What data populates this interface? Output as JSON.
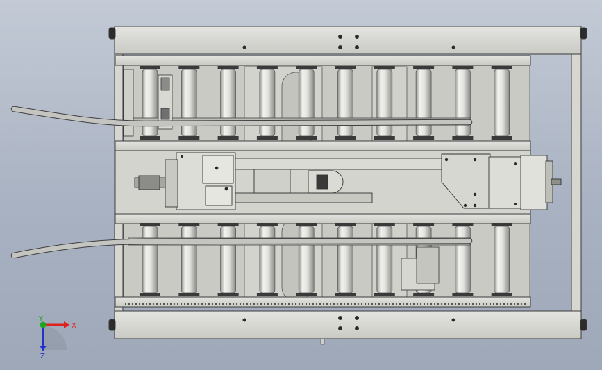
{
  "triad": {
    "x_label": "X",
    "y_label": "Y",
    "z_label": "Z",
    "x_color": "#e0201a",
    "y_color": "#1fa51f",
    "z_color": "#2233cc"
  },
  "colors": {
    "frame": "#d8d9d4",
    "frame_edge": "#3b3b3b",
    "roller": "#e6e6e2",
    "roller_shade": "#9a9a96",
    "cable": "#b7b7b4",
    "background_top": "#c3cad6",
    "background_bottom": "#9ea8b8"
  },
  "scene": {
    "top_roller_count": 10,
    "bottom_roller_count": 10,
    "cable_count": 2
  }
}
